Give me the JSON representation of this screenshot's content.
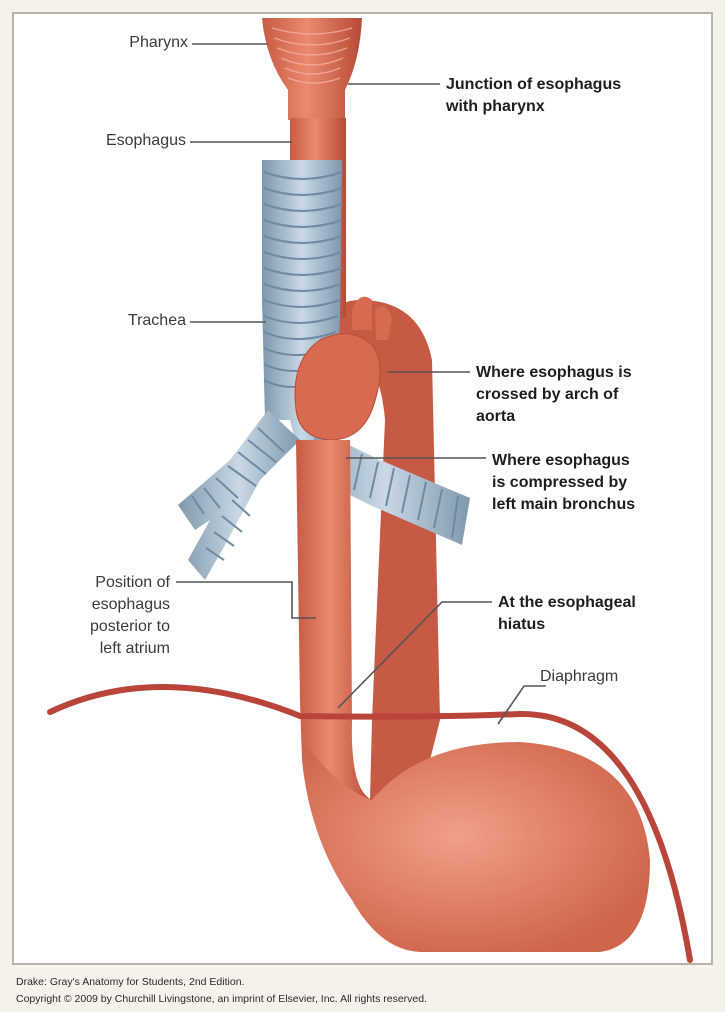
{
  "labels": {
    "pharynx": "Pharynx",
    "esophagus": "Esophagus",
    "trachea": "Trachea",
    "position_line1": "Position of",
    "position_line2": "esophagus",
    "position_line3": "posterior to",
    "position_line4": "left atrium",
    "junction_line1": "Junction of esophagus",
    "junction_line2": "with pharynx",
    "arch_line1": "Where esophagus is",
    "arch_line2": "crossed by arch of",
    "arch_line3": "aorta",
    "bronchus_line1": "Where esophagus",
    "bronchus_line2": "is compressed by",
    "bronchus_line3": "left main bronchus",
    "hiatus_line1": "At the esophageal",
    "hiatus_line2": "hiatus",
    "diaphragm": "Diaphragm"
  },
  "caption": {
    "line1": "Drake: Gray's Anatomy for Students, 2nd Edition.",
    "line2": "Copyright © 2009 by Churchill Livingstone, an imprint of Elsevier, Inc. All rights reserved."
  },
  "colors": {
    "muscle": "#d96a52",
    "muscle_dark": "#b84a36",
    "trachea": "#9fb6c9",
    "trachea_ring": "#6f8aa2",
    "diaphragm": "#b9453a",
    "leader": "#555555"
  }
}
